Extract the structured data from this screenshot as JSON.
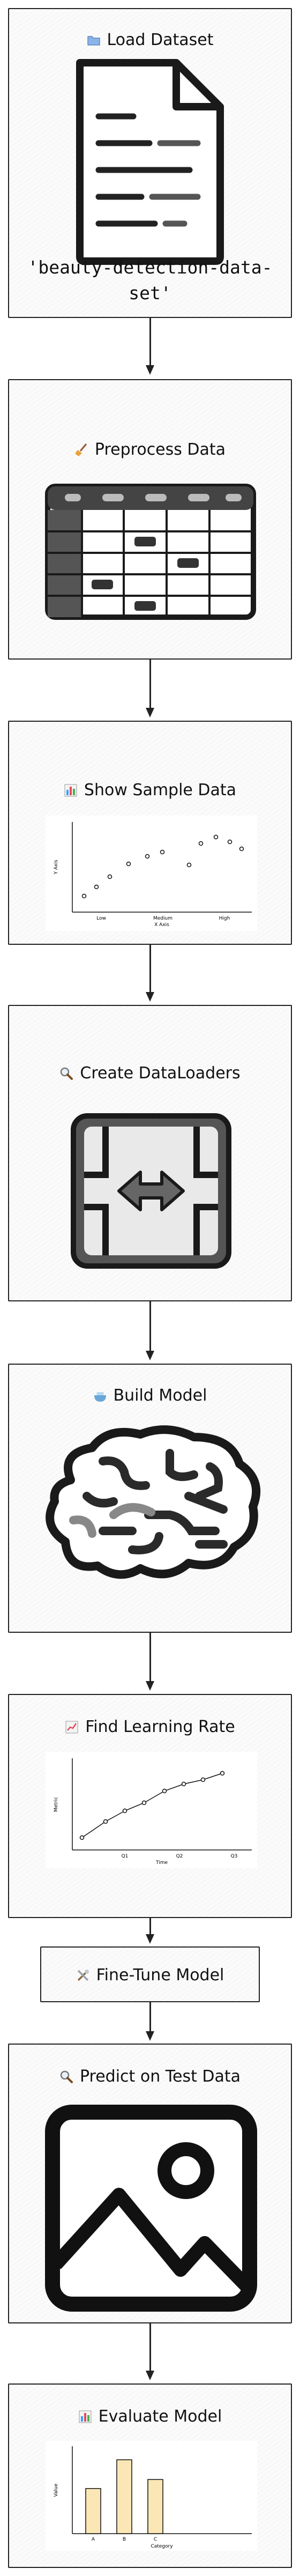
{
  "nodes": [
    {
      "id": "load",
      "icon": "folder-icon",
      "title": "Load Dataset",
      "subtitle_lines": [
        "'beauty-detection-data-",
        "set'"
      ]
    },
    {
      "id": "preprocess",
      "icon": "broom-icon",
      "title": "Preprocess Data"
    },
    {
      "id": "show",
      "icon": "bar-chart-icon",
      "title": "Show Sample Data"
    },
    {
      "id": "dataloaders",
      "icon": "magnifier-icon",
      "title": "Create DataLoaders"
    },
    {
      "id": "model",
      "icon": "bowl-icon",
      "title": "Build Model"
    },
    {
      "id": "lr",
      "icon": "trend-chart-icon",
      "title": "Find Learning Rate"
    },
    {
      "id": "finetune",
      "icon": "tools-icon",
      "title": "Fine-Tune Model"
    },
    {
      "id": "predict",
      "icon": "magnifier-icon",
      "title": "Predict on Test Data"
    },
    {
      "id": "evaluate",
      "icon": "bar-chart-icon",
      "title": "Evaluate Model"
    }
  ],
  "scatter_chart": {
    "xlabel": "X Axis",
    "ylabel": "Y Axis",
    "xticks": [
      "Low",
      "Medium",
      "High"
    ]
  },
  "lr_chart": {
    "xlabel": "Time",
    "ylabel": "Metric",
    "xticks": [
      "Q1",
      "Q2",
      "Q3"
    ]
  },
  "eval_chart": {
    "xlabel": "Category",
    "ylabel": "Value",
    "xticks": [
      "A",
      "B",
      "C"
    ],
    "values": [
      0.55,
      0.9,
      0.66
    ]
  }
}
